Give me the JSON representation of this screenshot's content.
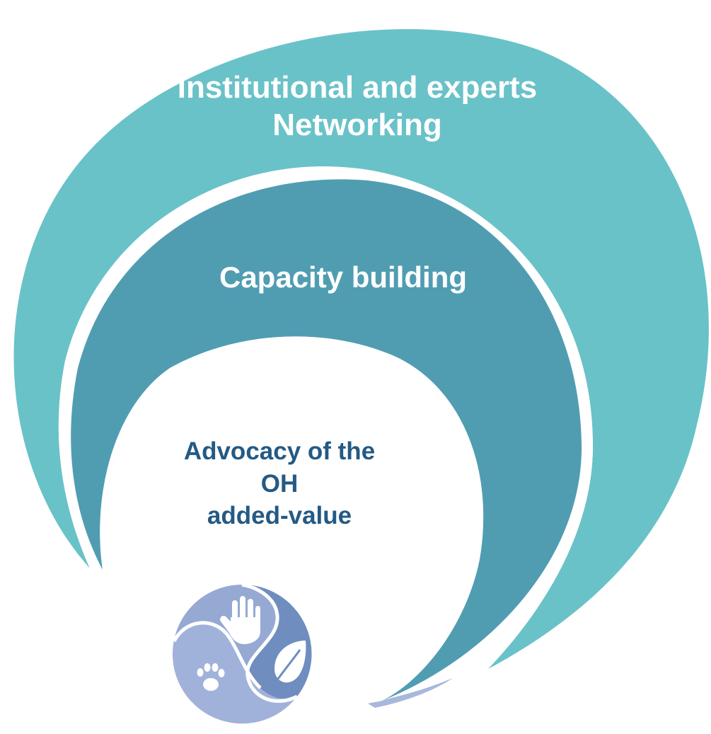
{
  "diagram": {
    "outer_ring": {
      "label_line1": "Institutional and experts",
      "label_line2": "Networking",
      "color": "#69c2c8"
    },
    "middle_ring": {
      "label": "Capacity building",
      "color": "#509db2"
    },
    "inner_circle": {
      "label_line1": "Advocacy of the",
      "label_line2": "OH",
      "label_line3": "added-value",
      "color": "#ffffff",
      "text_color": "#245a84"
    },
    "logo": {
      "icons": [
        "hand-icon",
        "paw-icon",
        "leaf-icon"
      ],
      "colors": [
        "#95a9d3",
        "#6f8dbf",
        "#a1b2da"
      ]
    }
  }
}
